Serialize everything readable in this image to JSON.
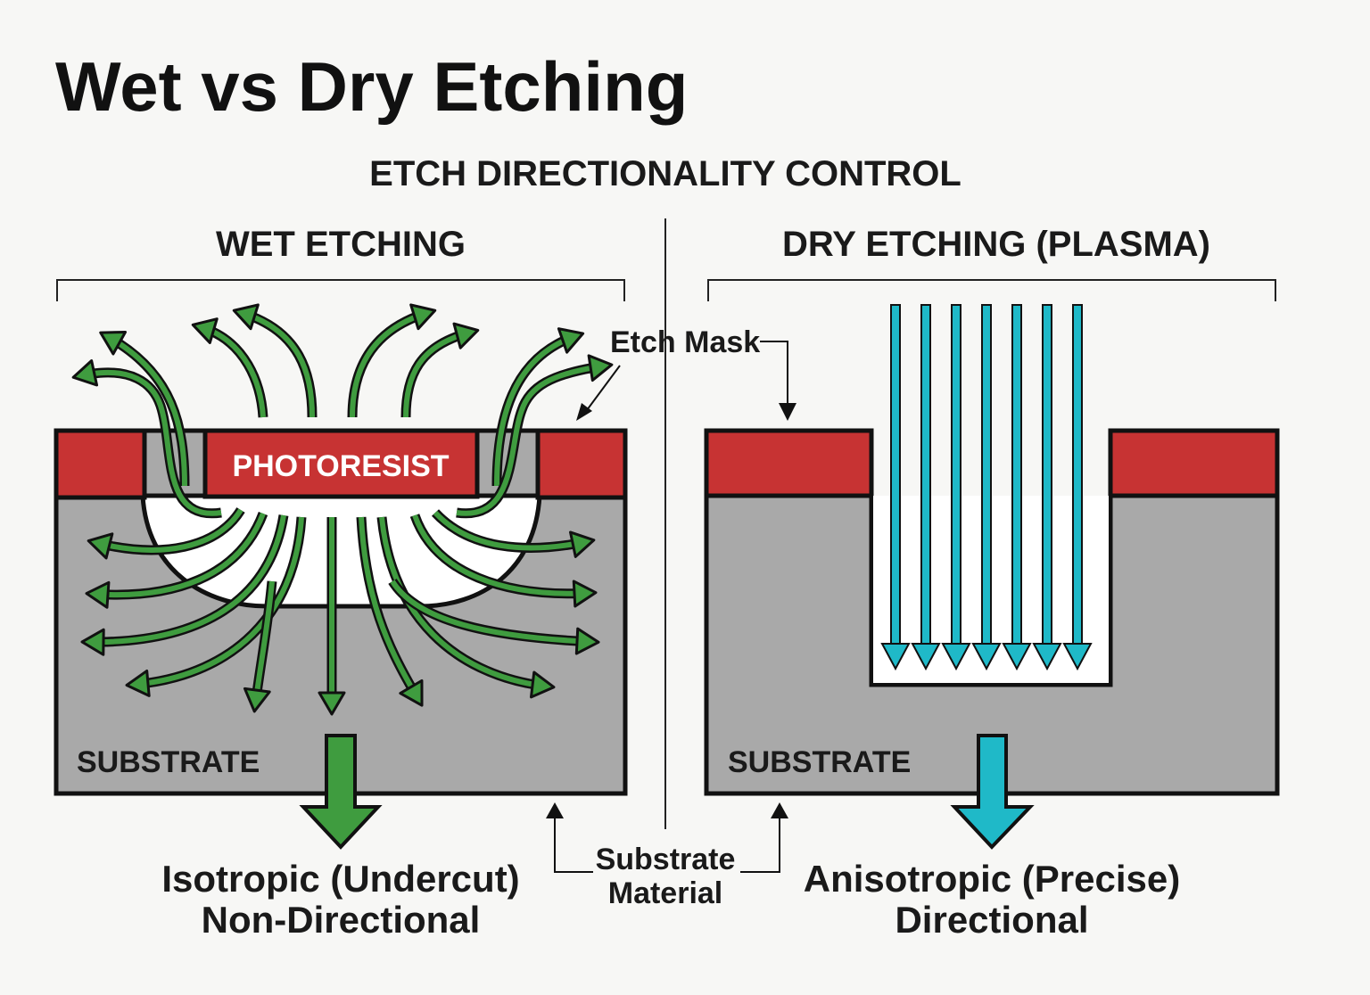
{
  "title": "Wet vs Dry Etching",
  "subtitle": "ETCH DIRECTIONALITY CONTROL",
  "wet": {
    "heading": "WET ETCHING",
    "photoresist_label": "PHOTORESIST",
    "substrate_label": "SUBSTRATE",
    "caption_line1": "Isotropic (Undercut)",
    "caption_line2": "Non-Directional"
  },
  "dry": {
    "heading": "DRY ETCHING (PLASMA)",
    "substrate_label": "SUBSTRATE",
    "caption_line1": "Anisotropic (Precise)",
    "caption_line2": "Directional"
  },
  "callouts": {
    "etch_mask": "Etch Mask",
    "substrate_material_line1": "Substrate",
    "substrate_material_line2": "Material"
  },
  "colors": {
    "mask": "#c73333",
    "substrate": "#a9a9a9",
    "wet_arrow": "#3f9c3f",
    "dry_arrow": "#1fb9c8",
    "outline": "#111111"
  }
}
